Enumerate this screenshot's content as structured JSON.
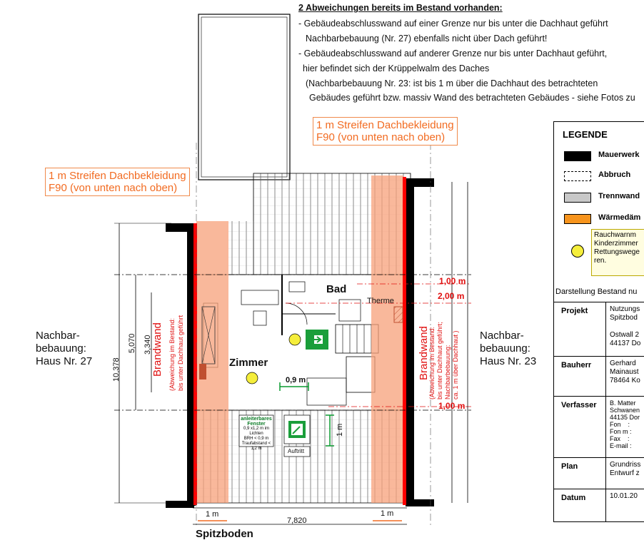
{
  "notes": {
    "title": "2 Abweichungen bereits im Bestand vorhanden:",
    "lines": [
      "- Gebäudeabschlusswand auf einer Grenze nur bis unter die Dachhaut geführt",
      "Nachbarbebauung (Nr. 27) ebenfalls nicht über Dach geführt!",
      "- Gebäudeabschlusswand auf anderer Grenze nur bis unter Dachhaut geführt,",
      "hier befindet sich der Krüppelwalm des Daches",
      "(Nachbarbebauung Nr. 23: ist bis 1 m über die Dachhaut des betrachteten",
      "Gebäudes geführt bzw. massiv Wand des betrachteten Gebäudes - siehe Fotos zu"
    ]
  },
  "callouts": {
    "left": {
      "line1": "1 m Streifen Dachbekleidung",
      "line2": "F90 (von unten nach oben)"
    },
    "right": {
      "line1": "1 m Streifen Dachbekleidung",
      "line2": "F90 (von unten nach oben)"
    }
  },
  "plan": {
    "neighbor_left": {
      "l1": "Nachbar-",
      "l2": "bebauung:",
      "l3": "Haus Nr. 27"
    },
    "neighbor_right": {
      "l1": "Nachbar-",
      "l2": "bebauung:",
      "l3": "Haus Nr. 23"
    },
    "room_bad": "Bad",
    "room_zimmer": "Zimmer",
    "therme": "Therme",
    "spitzboden": "Spitzboden",
    "brandwand_left": "Brandwand",
    "brandwand_left_note": "(Abweichung im Bestand:",
    "brandwand_left_note2": "bis unter Dachhaut geführt",
    "brandwand_right": "Brandwand",
    "brandwand_right_note": "(Abweichung im Bestand:",
    "brandwand_right_note2": "bis unter Dachhaut geführt;",
    "brandwand_right_note3": "Nachbarbebauung:",
    "brandwand_right_note4": "ca. 1 m über Dachhaut )",
    "window_title": "anleiterbares",
    "window_title2": "Fenster",
    "window_note1": "0,9 x1,2 m im Lichten",
    "window_note2": "BRH < 0,9 m",
    "window_note3": "Traufabstand < 1,2 m",
    "auftritt": "Auftritt",
    "dims": {
      "d_10378": "10,378",
      "d_5070": "5,070",
      "d_3340": "3,340",
      "d_7820": "7,820",
      "d_1m_left": "1 m",
      "d_1m_right": "1 m",
      "d_09m": "0,9 m",
      "d_1m_vert": "1 m",
      "d_100_top": "1,00 m",
      "d_200": "2,00 m",
      "d_100_bottom": "1,00 m"
    }
  },
  "legend": {
    "title": "LEGENDE",
    "items": [
      {
        "label": "Mauerwerk",
        "color": "#000000"
      },
      {
        "label": "Abbruch",
        "color": "#ffffff"
      },
      {
        "label": "Trennwand",
        "color": "#c8c8c8"
      },
      {
        "label": "Wärmedäm",
        "color": "#f7941d"
      }
    ],
    "smoke_text": [
      "Rauchwarnm",
      "Kinderzimmer",
      "Rettungswege",
      "ren."
    ],
    "smoke_color": "#f5ee3b",
    "status": "Darstellung Bestand nu"
  },
  "titleblock": {
    "projekt_key": "Projekt",
    "projekt_val": "Nutzungs\nSpitzbod\n\nOstwall 2\n44137 Do",
    "bauherr_key": "Bauherr",
    "bauherr_val": "Gerhard\nMainaust\n78464 Ko",
    "verfasser_key": "Verfasser",
    "verfasser_val": "B. Matter\nSchwanen\n44135 Dor\nFon    :\nFon m :\nFax    :\nE-mail :",
    "plan_key": "Plan",
    "plan_val": "Grundriss\nEntwurf z",
    "datum_key": "Datum",
    "datum_val": "10.01.20"
  },
  "colors": {
    "brandwand": "#ff0000",
    "f90_strip": "#f7a079",
    "callout_text": "#f26b21",
    "exit_sign": "#1a9e3a",
    "smoke_detector": "#f5ee3b",
    "dim_green": "#0a9a30"
  }
}
